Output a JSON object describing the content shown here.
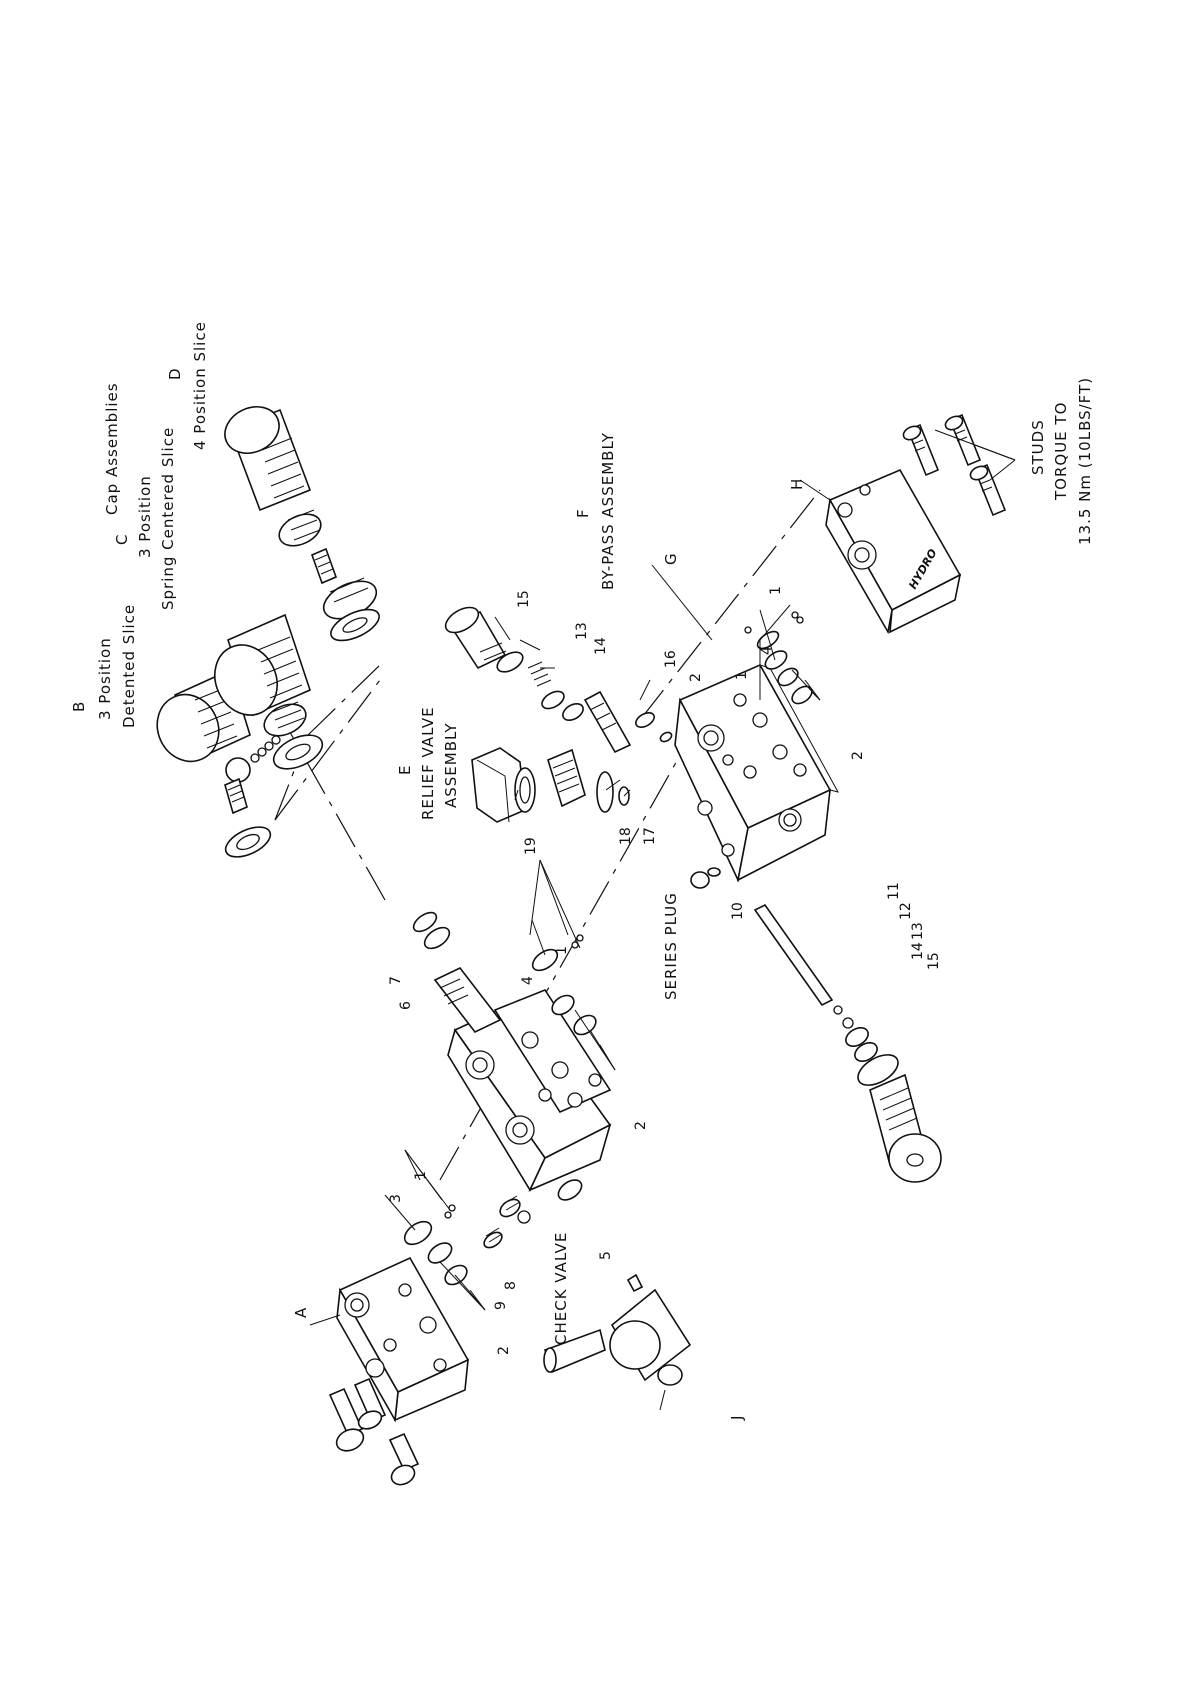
{
  "labels": {
    "b_letter": "B",
    "b_line1": "3 Position",
    "b_line2": "Detented Slice",
    "c_letter": "C",
    "c_title": "Cap Assemblies",
    "c_line1": "3 Position",
    "c_line2": "Spring Centered Slice",
    "d_letter": "D",
    "d_line1": "4 Position Slice",
    "e_letter": "E",
    "e_line1": "RELIEF VALVE",
    "e_line2": "ASSEMBLY",
    "f_letter": "F",
    "f_line1": "BY-PASS ASSEMBLY",
    "studs": "STUDS",
    "torque1": "TORQUE TO",
    "torque2": "13.5 Nm (10LBS/FT)",
    "series_plug": "SERIES PLUG",
    "check_valve": "CHECK VALVE",
    "letter_a": "A",
    "letter_g": "G",
    "letter_h": "H",
    "letter_j": "J",
    "brand": "HYDRO"
  },
  "callouts": {
    "n1a": "1",
    "n1b": "1",
    "n1c": "1",
    "n1d": "1",
    "n2a": "2",
    "n2b": "2",
    "n2c": "2",
    "n2d": "2",
    "n3": "3",
    "n4a": "4",
    "n4b": "4",
    "n5": "5",
    "n6": "6",
    "n7": "7",
    "n8": "8",
    "n9": "9",
    "n10": "10",
    "n11": "11",
    "n12": "12",
    "n13a": "13",
    "n13b": "13",
    "n14a": "14",
    "n14b": "14",
    "n15a": "15",
    "n15b": "15",
    "n16": "16",
    "n17": "17",
    "n18": "18",
    "n19": "19"
  }
}
